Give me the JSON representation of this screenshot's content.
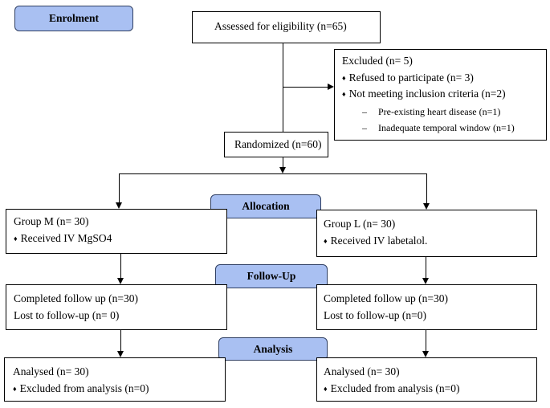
{
  "stages": {
    "enrolment": "Enrolment",
    "allocation": "Allocation",
    "follow_up": "Follow-Up",
    "analysis": "Analysis"
  },
  "assessed": "Assessed for eligibility (n=65)",
  "excluded": {
    "title": "Excluded (n= 5)",
    "items": [
      "Refused to participate (n= 3)",
      "Not meeting inclusion criteria (n=2)"
    ],
    "subitems": [
      "Pre-existing heart disease (n=1)",
      "Inadequate temporal window (n=1)"
    ]
  },
  "randomized": "Randomized (n=60)",
  "group_m": {
    "allocation": {
      "title": "Group M (n= 30)",
      "item": "Received IV MgSO4"
    },
    "follow_up": {
      "line1": "Completed follow up (n=30)",
      "line2": "Lost to follow-up (n= 0)"
    },
    "analysis": {
      "line1": "Analysed (n= 30)",
      "item": "Excluded from analysis (n=0)"
    }
  },
  "group_l": {
    "allocation": {
      "title": "Group L (n= 30)",
      "item": "Received IV labetalol."
    },
    "follow_up": {
      "line1": "Completed follow up (n=30)",
      "line2": "Lost to follow-up (n=0)"
    },
    "analysis": {
      "line1": "Analysed (n= 30)",
      "item": "Excluded from analysis (n=0)"
    }
  },
  "symbols": {
    "bullet": "♦",
    "dash": "–"
  }
}
